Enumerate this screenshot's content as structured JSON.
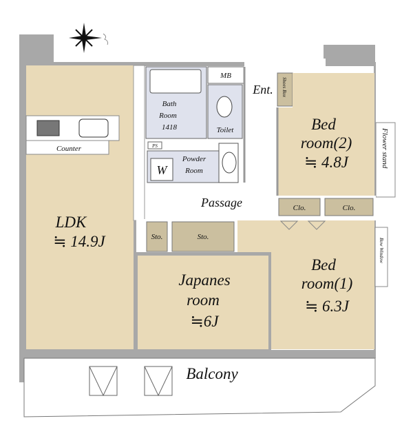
{
  "colors": {
    "room": "#e9dab8",
    "wet": "#dfe2ed",
    "storage": "#cbbf9f",
    "wall": "#a8a8a8"
  },
  "rooms": {
    "ldk": {
      "name": "LDK",
      "size": "≒ 14.9J"
    },
    "counter": "Counter",
    "bath": {
      "line1": "Bath",
      "line2": "Room",
      "line3": "1418"
    },
    "mb": "MB",
    "toilet": "Toilet",
    "ent": "Ent.",
    "shoes_box": "Shoes Box",
    "ps": "PS",
    "powder": {
      "line1": "Powder",
      "line2": "Room"
    },
    "washer": "W",
    "passage": "Passage",
    "bed2": {
      "line1": "Bed",
      "line2": "room(2)",
      "size": "≒ 4.8J"
    },
    "flower_stand": "Flower stand",
    "clo1": "Clo.",
    "clo2": "Clo.",
    "sto1": "Sto.",
    "sto2": "Sto.",
    "japanese": {
      "line1": "Japanes",
      "line2": "room",
      "size": "≒6J"
    },
    "bed1": {
      "line1": "Bed",
      "line2": "room(1)",
      "size": "≒ 6.3J"
    },
    "bow_window": "Bow Window",
    "balcony": "Balcony"
  }
}
